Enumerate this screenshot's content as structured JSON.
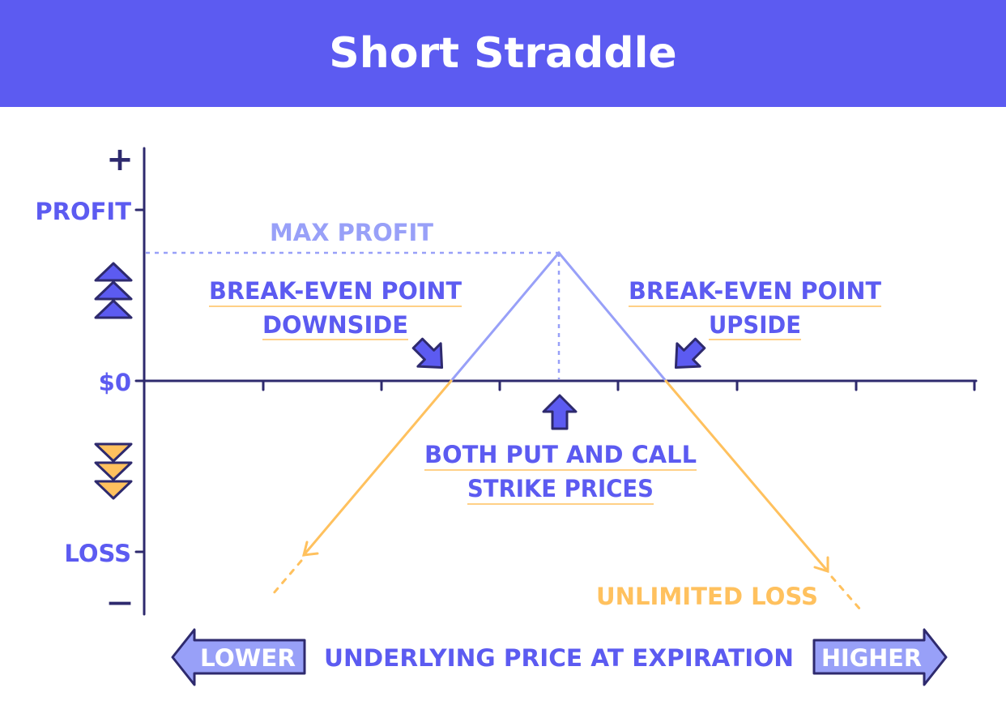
{
  "title": "Short Straddle",
  "axis": {
    "plus": "+",
    "profit": "PROFIT",
    "zero": "$0",
    "loss": "LOSS",
    "minus": "—"
  },
  "annotations": {
    "max_profit": "MAX PROFIT",
    "breakeven_down_line1": "BREAK-EVEN POINT",
    "breakeven_down_line2": "DOWNSIDE",
    "breakeven_up_line1": "BREAK-EVEN POINT",
    "breakeven_up_line2": "UPSIDE",
    "strike_line1": "BOTH PUT AND CALL",
    "strike_line2": "STRIKE PRICES",
    "unlimited_loss": "UNLIMITED LOSS"
  },
  "x_axis": {
    "label": "UNDERLYING PRICE AT EXPIRATION",
    "lower": "LOWER",
    "higher": "HIGHER"
  },
  "colors": {
    "header": "#5c5bf1",
    "primary": "#5c5bf1",
    "navy": "#2e2a6e",
    "light_purple": "#98a0f8",
    "orange": "#ffc15e"
  }
}
